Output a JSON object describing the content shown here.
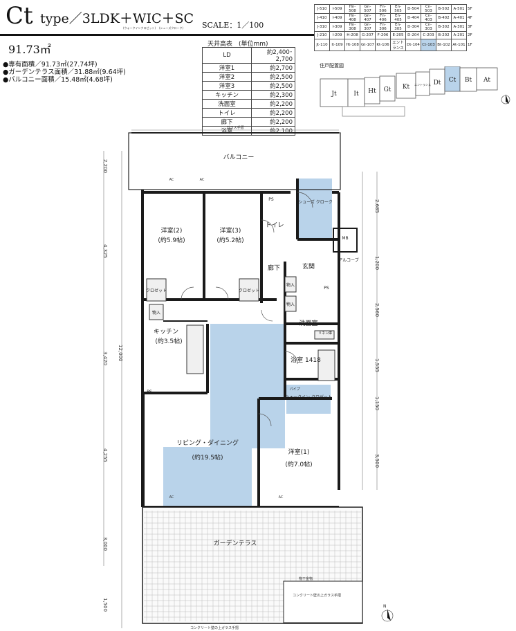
{
  "header": {
    "type_main": "Ct",
    "type_rest": "type／3LDK＋WIC＋SC",
    "wic_note": "(ウォークインクロゼット)",
    "sc_note": "(シューズクローク)",
    "scale": "SCALE：1／100"
  },
  "areas": {
    "total": "91.73㎡",
    "items": [
      "●専有面積／91.73㎡(27.74坪)",
      "●ガーデンテラス面積／31.88㎡(9.64坪)",
      "●バルコニー面積／15.48㎡(4.68坪)"
    ]
  },
  "ceiling": {
    "title": "天井高表　(単位mm)",
    "rows": [
      {
        "room": "LD",
        "height": "約2,400･2,700"
      },
      {
        "room": "洋室1",
        "height": "約2,700"
      },
      {
        "room": "洋室2",
        "height": "約2,500"
      },
      {
        "room": "洋室3",
        "height": "約2,500"
      },
      {
        "room": "キッチン",
        "height": "約2,300"
      },
      {
        "room": "洗面室",
        "height": "約2,200"
      },
      {
        "room": "トイレ",
        "height": "約2,200"
      },
      {
        "room": "廊下",
        "height": "約2,200"
      },
      {
        "room": "浴室",
        "height": "約2,100"
      }
    ]
  },
  "unit_table": {
    "rows": [
      {
        "cells": [
          "J-510",
          "I-509",
          "Hn-508",
          "Gn-507",
          "Fn-506",
          "En-505",
          "D-504",
          "Cn-503",
          "B-502",
          "A-501"
        ],
        "floor": "5F"
      },
      {
        "cells": [
          "J-410",
          "I-409",
          "Hn-408",
          "Gn-407",
          "Fn-406",
          "En-405",
          "D-404",
          "Cn-403",
          "B-402",
          "A-401"
        ],
        "floor": "4F"
      },
      {
        "cells": [
          "J-310",
          "I-309",
          "Hn-308",
          "Gn-307",
          "Fn-306",
          "En-305",
          "D-304",
          "Cn-303",
          "B-302",
          "A-301"
        ],
        "floor": "3F"
      },
      {
        "cells": [
          "J-210",
          "I-209",
          "H-208",
          "G-207",
          "F-206",
          "E-205",
          "D-204",
          "C-203",
          "B-202",
          "A-201"
        ],
        "floor": "2F"
      },
      {
        "cells": [
          "Jt-110",
          "It-109",
          "Ht-108",
          "Gt-107",
          "Kt-106",
          "エントランス",
          "Dt-104",
          "Ct-103",
          "Bt-102",
          "At-101"
        ],
        "floor": "1F"
      }
    ],
    "highlight": "Ct-103"
  },
  "key_plan": {
    "label": "住戸配置図",
    "units": [
      "Jt",
      "It",
      "Ht",
      "Gt",
      "Kt",
      "エントランス",
      "Dt",
      "Ct",
      "Bt",
      "At"
    ]
  },
  "rooms": {
    "balcony": "バルコニー",
    "room2": "洋室(2)",
    "room2_size": "(約5.9帖)",
    "room3": "洋室(3)",
    "room3_size": "(約5.2帖)",
    "toilet": "トイレ",
    "hall": "廊下",
    "entrance": "玄関",
    "shoes": "シューズ\nクローク",
    "alcove": "アルコーブ",
    "kitchen": "キッチン",
    "kitchen_size": "(約3.5帖)",
    "washroom": "洗面室",
    "bath": "浴室\n1418",
    "wic": "ウォークイン\nクロゼット",
    "ld": "リビング・ダイニング",
    "ld_size": "(約19.5帖)",
    "room1": "洋室(1)",
    "room1_size": "(約7.0帖)",
    "garden": "ガーデンテラス",
    "closet": "クロゼット",
    "storage": "物入",
    "mb": "MB",
    "ps": "PS",
    "linen": "リネン庫",
    "pipe": "パイプ"
  },
  "notes": {
    "glass_top": "ガラス手摺",
    "glass_bottom": "コンクリート壁の上ガラス手摺",
    "glass_bottom2": "コンクリート壁の上ガラス手摺",
    "fence": "物干金物",
    "ac": "AC",
    "north": "N"
  },
  "dimensions": {
    "left_total": "12,000",
    "left": [
      "2,200",
      "4,325",
      "3,420",
      "4,255",
      "3,000",
      "1,500"
    ],
    "right": [
      "2,685",
      "1,200",
      "2,560",
      "1,555",
      "1,150",
      "3,500"
    ]
  },
  "colors": {
    "highlight_blue": "#b9d3ea",
    "wall": "#1a1a1a"
  }
}
